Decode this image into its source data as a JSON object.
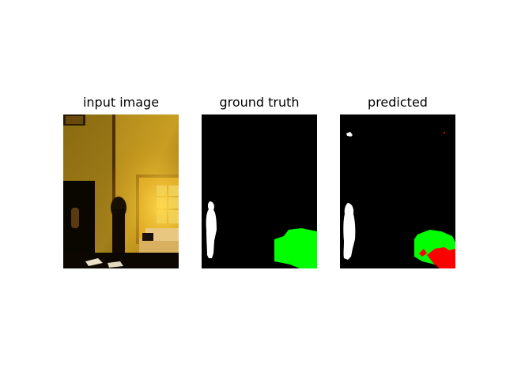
{
  "panels": [
    {
      "title": "input image"
    },
    {
      "title": "ground truth"
    },
    {
      "title": "predicted"
    }
  ],
  "colors": {
    "background": "#000000",
    "person": "#ffffff",
    "sofa": "#00ff00",
    "error": "#ff0000"
  }
}
